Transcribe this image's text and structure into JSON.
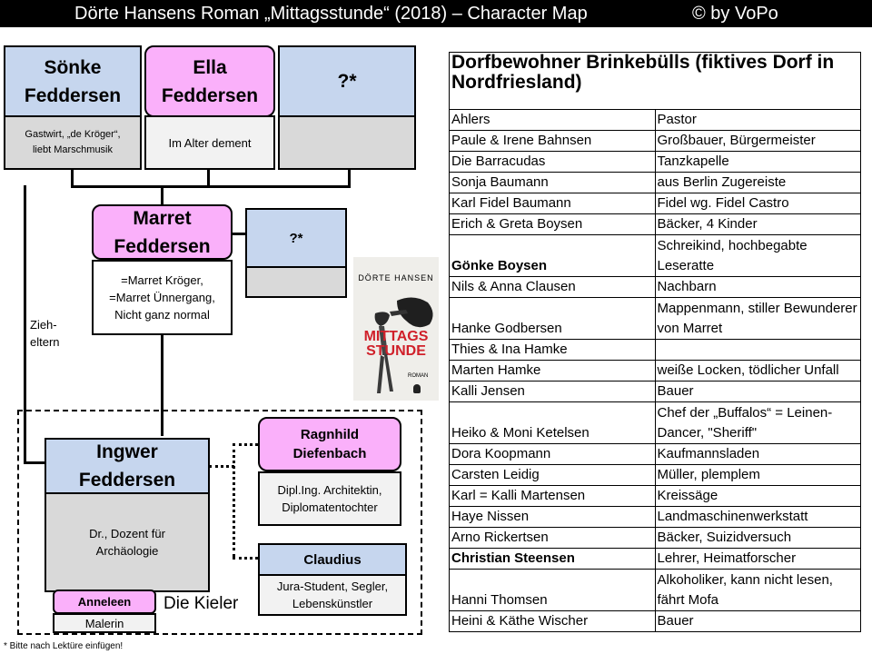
{
  "header": {
    "title": "Dörte Hansens Roman „Mittagsstunde“ (2018) – Character Map",
    "credit": "©     by VoPo"
  },
  "characters": {
    "soenke": {
      "name_line1": "Sönke",
      "name_line2": "Feddersen",
      "desc": "Gastwirt, „de Kröger“, liebt Marschmusik"
    },
    "ella": {
      "name_line1": "Ella",
      "name_line2": "Feddersen",
      "desc": "Im Alter dement"
    },
    "unknown1": {
      "name": "?*",
      "desc": ""
    },
    "marret": {
      "name_line1": "Marret",
      "name_line2": "Feddersen",
      "desc_line1": "=Marret Kröger,",
      "desc_line2": "=Marret Ünnergang,",
      "desc_line3": "Nicht ganz normal"
    },
    "unknown2": {
      "name": "?*",
      "desc": ""
    },
    "ingwer": {
      "name_line1": "Ingwer",
      "name_line2": "Feddersen",
      "desc_line1": "Dr., Dozent für",
      "desc_line2": "Archäologie"
    },
    "ragnhild": {
      "name_line1": "Ragnhild",
      "name_line2": "Diefenbach",
      "desc_line1": "Dipl.Ing. Architektin,",
      "desc_line2": "Diplomatentochter"
    },
    "claudius": {
      "name": "Claudius",
      "desc_line1": "Jura-Student, Segler,",
      "desc_line2": "Lebenskünstler"
    },
    "anneleen": {
      "name": "Anneleen",
      "desc": "Malerin"
    }
  },
  "labels": {
    "zieheltern_1": "Zieh-",
    "zieheltern_2": "eltern",
    "die_kieler": "Die Kieler",
    "footnote": "* Bitte nach Lektüre einfügen!"
  },
  "book_cover": {
    "author": "DÖRTE HANSEN",
    "title_line1": "MITTAGS",
    "title_line2": "STUNDE",
    "genre": "ROMAN",
    "accent": "#d0202a"
  },
  "village_table": {
    "title": "Dorfbewohner Brinkebülls (fiktives Dorf in Nordfriesland)",
    "rows": [
      {
        "name": "Ahlers",
        "role": "Pastor"
      },
      {
        "name": "Paule & Irene Bahnsen",
        "role": "Großbauer, Bürgermeister"
      },
      {
        "name": "Die Barracudas",
        "role": "Tanzkapelle"
      },
      {
        "name": "Sonja Baumann",
        "role": "aus Berlin Zugereiste"
      },
      {
        "name": "Karl Fidel Baumann",
        "role": "Fidel wg. Fidel Castro"
      },
      {
        "name": "Erich & Greta Boysen",
        "role": "Bäcker, 4 Kinder"
      },
      {
        "name": "Gönke Boysen",
        "role": "Schreikind, hochbegabte Leseratte",
        "bold": true
      },
      {
        "name": "Nils & Anna Clausen",
        "role": "Nachbarn"
      },
      {
        "name": "Hanke Godbersen",
        "role": "Mappenmann, stiller Bewunderer von Marret"
      },
      {
        "name": "Thies & Ina Hamke",
        "role": ""
      },
      {
        "name": "Marten Hamke",
        "role": "weiße Locken, tödlicher Unfall"
      },
      {
        "name": "Kalli Jensen",
        "role": "Bauer"
      },
      {
        "name": "Heiko & Moni Ketelsen",
        "role": "Chef der „Buffalos“ = Leinen-Dancer, \"Sheriff\""
      },
      {
        "name": "Dora Koopmann",
        "role": "Kaufmannsladen"
      },
      {
        "name": "Carsten Leidig",
        "role": "Müller, plemplem"
      },
      {
        "name": "Karl = Kalli Martensen",
        "role": "Kreissäge"
      },
      {
        "name": "Haye Nissen",
        "role": "Landmaschinenwerkstatt"
      },
      {
        "name": "Arno Rickertsen",
        "role": "Bäcker, Suizidversuch"
      },
      {
        "name": "Christian Steensen",
        "role": "Lehrer, Heimatforscher",
        "bold": true
      },
      {
        "name": "Hanni Thomsen",
        "role": "Alkoholiker, kann nicht lesen, fährt Mofa"
      },
      {
        "name": "Heini & Käthe Wischer",
        "role": "Bauer"
      }
    ]
  }
}
